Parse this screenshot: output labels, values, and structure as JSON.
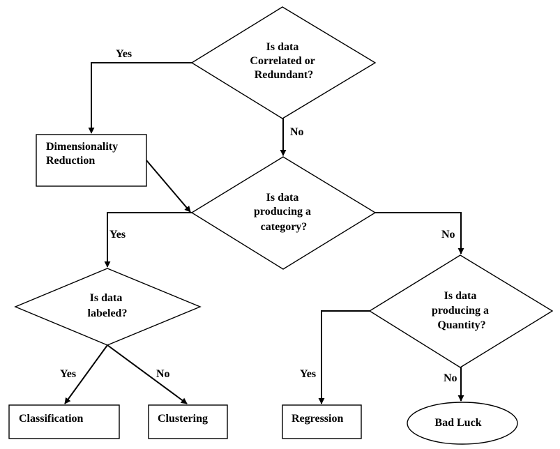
{
  "nodes": {
    "correlated": {
      "shape": "decision",
      "lines": [
        "Is data",
        "Correlated or",
        "Redundant?"
      ]
    },
    "dim_reduction": {
      "shape": "process",
      "lines": [
        "Dimensionality",
        "Reduction"
      ]
    },
    "category": {
      "shape": "decision",
      "lines": [
        "Is data",
        "producing a",
        "category?"
      ]
    },
    "labeled": {
      "shape": "decision",
      "lines": [
        "Is data",
        "labeled?"
      ]
    },
    "quantity": {
      "shape": "decision",
      "lines": [
        "Is data",
        "producing a",
        "Quantity?"
      ]
    },
    "classification": {
      "shape": "process",
      "lines": [
        "Classification"
      ]
    },
    "clustering": {
      "shape": "process",
      "lines": [
        "Clustering"
      ]
    },
    "regression": {
      "shape": "process",
      "lines": [
        "Regression"
      ]
    },
    "bad_luck": {
      "shape": "terminal",
      "lines": [
        "Bad Luck"
      ]
    }
  },
  "edges": [
    {
      "from": "correlated",
      "to": "dim_reduction",
      "label": "Yes"
    },
    {
      "from": "correlated",
      "to": "category",
      "label": "No"
    },
    {
      "from": "dim_reduction",
      "to": "category",
      "label": ""
    },
    {
      "from": "category",
      "to": "labeled",
      "label": "Yes"
    },
    {
      "from": "category",
      "to": "quantity",
      "label": "No"
    },
    {
      "from": "labeled",
      "to": "classification",
      "label": "Yes"
    },
    {
      "from": "labeled",
      "to": "clustering",
      "label": "No"
    },
    {
      "from": "quantity",
      "to": "regression",
      "label": "Yes"
    },
    {
      "from": "quantity",
      "to": "bad_luck",
      "label": "No"
    }
  ]
}
